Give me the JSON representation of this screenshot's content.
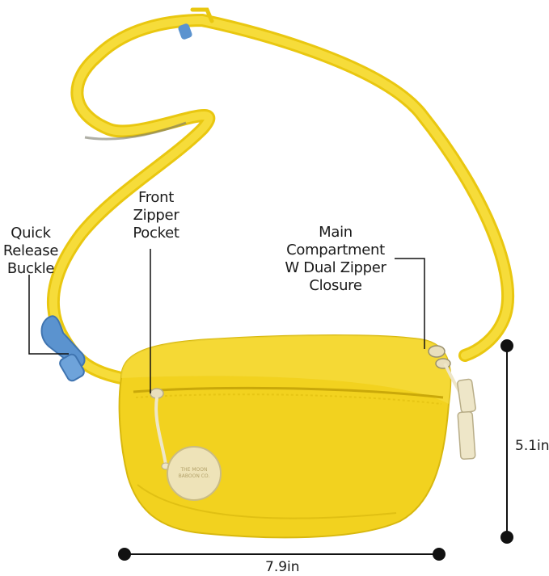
{
  "callouts": {
    "buckle": [
      "Quick",
      "Release",
      "Buckle"
    ],
    "front_pocket": [
      "Front",
      "Zipper",
      "Pocket"
    ],
    "main_compartment": [
      "Main",
      "Compartment",
      "W Dual Zipper",
      "Closure"
    ]
  },
  "dimensions": {
    "height": "5.1in",
    "width": "7.9in"
  },
  "patch_text": "THE MOON BABOON CO.",
  "colors": {
    "bag": "#f2d21f",
    "strap_accent": "#5b93cf",
    "zipper_pull": "#eee6c8"
  }
}
